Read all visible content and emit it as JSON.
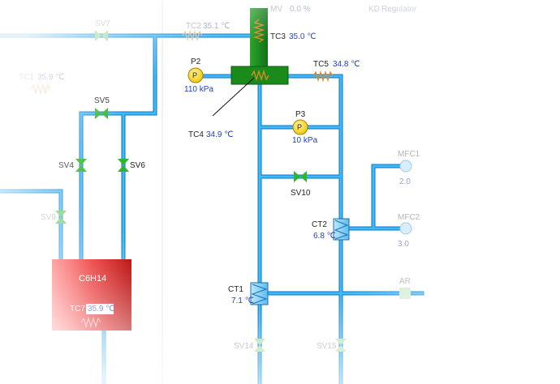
{
  "header": {
    "mv_label": "MV",
    "mv_value": "0.0 %",
    "kd_label": "KD",
    "kd_value": "Regulator"
  },
  "valves": {
    "sv7": "SV7",
    "sv5": "SV5",
    "sv4": "SV4",
    "sv6": "SV6",
    "sv9": "SV9",
    "sv10": "SV10",
    "sv14": "SV14",
    "sv15": "SV15"
  },
  "sensors": {
    "tc1": {
      "label": "TC1",
      "value": "35.9 ℃"
    },
    "tc2": {
      "label": "TC2",
      "value": "35.1 ℃"
    },
    "tc3": {
      "label": "TC3",
      "value": "35.0 ℃"
    },
    "tc4": {
      "label": "TC4",
      "value": "34.9 ℃"
    },
    "tc5": {
      "label": "TC5",
      "value": "34.8 ℃"
    },
    "tc7": {
      "label": "TC7",
      "value": "35.9 ℃"
    },
    "p2": {
      "label": "P2",
      "value": "110 kPa"
    },
    "p3": {
      "label": "P3",
      "value": "10 kPa"
    },
    "ct1": {
      "label": "CT1",
      "value": "7.1 ℃"
    },
    "ct2": {
      "label": "CT2",
      "value": "6.8 ℃"
    }
  },
  "gauge_symbol": "P",
  "tank": {
    "label": "C6H14"
  },
  "flow_meters": {
    "mfc1": {
      "label": "MFC1",
      "value": "2.0"
    },
    "mfc2": {
      "label": "MFC2",
      "value": "3.0"
    },
    "ar": {
      "label": "AR"
    }
  },
  "colors": {
    "pipe": "#28a8f0",
    "pipe_edge": "#0d74c4",
    "valve": "#2fb52f",
    "heater_green": "#1a8a1a",
    "tank_red": "#e81e1e",
    "gauge_yellow": "#ffe24a",
    "coil_orange": "#e08a2a"
  },
  "icons": {
    "valve": "valve-icon",
    "gauge": "pressure-gauge-icon",
    "heater_coil": "heater-coil-icon",
    "cooler": "cooling-trap-icon"
  }
}
